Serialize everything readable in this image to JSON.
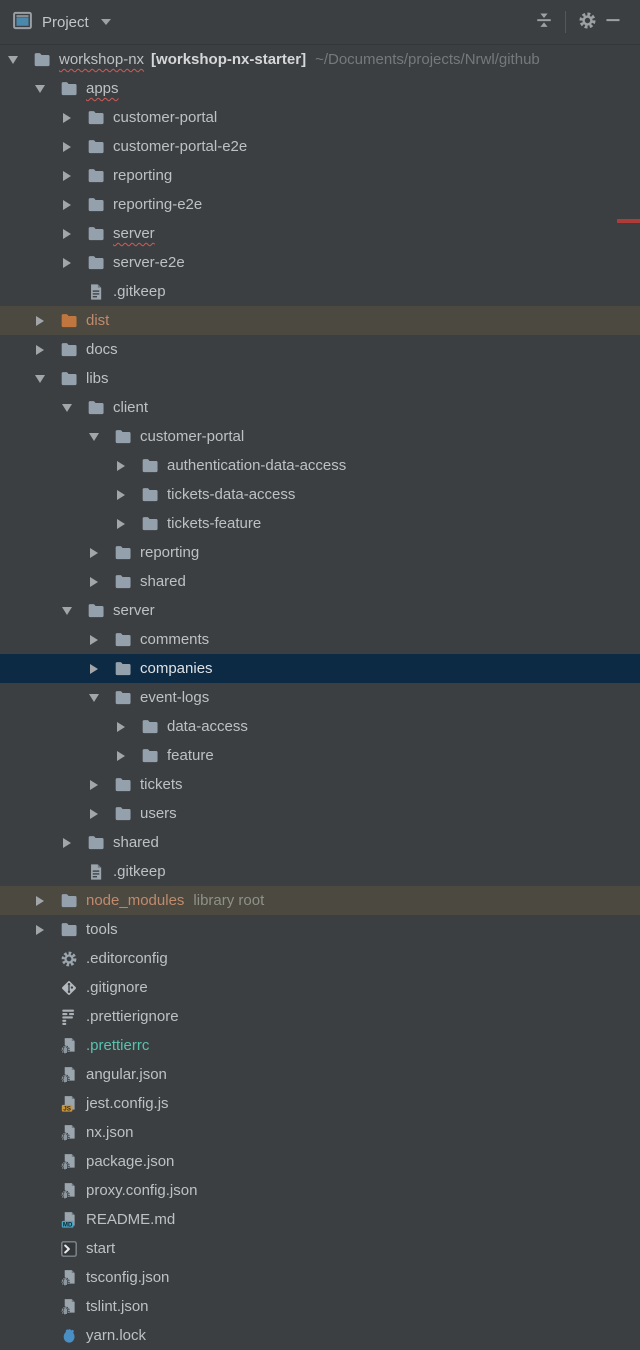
{
  "header": {
    "title": "Project",
    "window_icon": "project-tool-window-icon",
    "buttons": [
      {
        "name": "collapse-all-button",
        "icon": "collapse-all-icon"
      },
      {
        "name": "settings-button",
        "icon": "gear-icon"
      },
      {
        "name": "hide-button",
        "icon": "minus-icon"
      }
    ]
  },
  "colors": {
    "bg": "#3c3f42",
    "text": "#bec1c3",
    "selected_bg": "#0d2a45",
    "excluded_bg": "#4b4940",
    "excluded_text": "#c18a6d",
    "teal_text": "#57c2ae",
    "folder": "#94a1ac",
    "folder_excluded": "#c0773f",
    "error_stripe": "#ad3c38",
    "js_badge": "#c8953a",
    "md_badge": "#4aa5c2",
    "yarn_blue": "#4a8fc4",
    "squiggle": "#cf5b56"
  },
  "error_stripe": {
    "visible": true
  },
  "tree": {
    "rows": [
      {
        "level": 0,
        "state": "open",
        "icon": "folder",
        "label": "workshop-nx",
        "squiggle": true,
        "bold": "[workshop-nx-starter]",
        "path": "~/Documents/projects/Nrwl/github",
        "color": "default",
        "row": "none"
      },
      {
        "level": 1,
        "state": "open",
        "icon": "folder",
        "label": "apps",
        "squiggle": true,
        "color": "default",
        "row": "none"
      },
      {
        "level": 2,
        "state": "closed",
        "icon": "folder",
        "label": "customer-portal",
        "color": "default",
        "row": "none"
      },
      {
        "level": 2,
        "state": "closed",
        "icon": "folder",
        "label": "customer-portal-e2e",
        "color": "default",
        "row": "none"
      },
      {
        "level": 2,
        "state": "closed",
        "icon": "folder",
        "label": "reporting",
        "color": "default",
        "row": "none"
      },
      {
        "level": 2,
        "state": "closed",
        "icon": "folder",
        "label": "reporting-e2e",
        "color": "default",
        "row": "none"
      },
      {
        "level": 2,
        "state": "closed",
        "icon": "folder",
        "label": "server",
        "squiggle": true,
        "color": "default",
        "row": "none"
      },
      {
        "level": 2,
        "state": "closed",
        "icon": "folder",
        "label": "server-e2e",
        "color": "default",
        "row": "none"
      },
      {
        "level": 2,
        "state": "none",
        "icon": "file-text",
        "label": ".gitkeep",
        "color": "default",
        "row": "none"
      },
      {
        "level": 1,
        "state": "closed",
        "icon": "folder-excluded",
        "label": "dist",
        "color": "excluded",
        "row": "excluded"
      },
      {
        "level": 1,
        "state": "closed",
        "icon": "folder",
        "label": "docs",
        "color": "default",
        "row": "none"
      },
      {
        "level": 1,
        "state": "open",
        "icon": "folder",
        "label": "libs",
        "color": "default",
        "row": "none"
      },
      {
        "level": 2,
        "state": "open",
        "icon": "folder",
        "label": "client",
        "color": "default",
        "row": "none"
      },
      {
        "level": 3,
        "state": "open",
        "icon": "folder",
        "label": "customer-portal",
        "color": "default",
        "row": "none"
      },
      {
        "level": 4,
        "state": "closed",
        "icon": "folder",
        "label": "authentication-data-access",
        "color": "default",
        "row": "none"
      },
      {
        "level": 4,
        "state": "closed",
        "icon": "folder",
        "label": "tickets-data-access",
        "color": "default",
        "row": "none"
      },
      {
        "level": 4,
        "state": "closed",
        "icon": "folder",
        "label": "tickets-feature",
        "color": "default",
        "row": "none"
      },
      {
        "level": 3,
        "state": "closed",
        "icon": "folder",
        "label": "reporting",
        "color": "default",
        "row": "none"
      },
      {
        "level": 3,
        "state": "closed",
        "icon": "folder",
        "label": "shared",
        "color": "default",
        "row": "none"
      },
      {
        "level": 2,
        "state": "open",
        "icon": "folder",
        "label": "server",
        "color": "default",
        "row": "none"
      },
      {
        "level": 3,
        "state": "closed",
        "icon": "folder",
        "label": "comments",
        "color": "default",
        "row": "none"
      },
      {
        "level": 3,
        "state": "closed",
        "icon": "folder",
        "label": "companies",
        "color": "default",
        "row": "selected"
      },
      {
        "level": 3,
        "state": "open",
        "icon": "folder",
        "label": "event-logs",
        "color": "default",
        "row": "none"
      },
      {
        "level": 4,
        "state": "closed",
        "icon": "folder",
        "label": "data-access",
        "color": "default",
        "row": "none"
      },
      {
        "level": 4,
        "state": "closed",
        "icon": "folder",
        "label": "feature",
        "color": "default",
        "row": "none"
      },
      {
        "level": 3,
        "state": "closed",
        "icon": "folder",
        "label": "tickets",
        "color": "default",
        "row": "none"
      },
      {
        "level": 3,
        "state": "closed",
        "icon": "folder",
        "label": "users",
        "color": "default",
        "row": "none"
      },
      {
        "level": 2,
        "state": "closed",
        "icon": "folder",
        "label": "shared",
        "color": "default",
        "row": "none"
      },
      {
        "level": 2,
        "state": "none",
        "icon": "file-text",
        "label": ".gitkeep",
        "color": "default",
        "row": "none"
      },
      {
        "level": 1,
        "state": "closed",
        "icon": "folder",
        "label": "node_modules",
        "suffix": "library root",
        "color": "excluded",
        "row": "excluded"
      },
      {
        "level": 1,
        "state": "closed",
        "icon": "folder",
        "label": "tools",
        "color": "default",
        "row": "none"
      },
      {
        "level": 1,
        "state": "none",
        "icon": "gear-file",
        "label": ".editorconfig",
        "color": "default",
        "row": "none"
      },
      {
        "level": 1,
        "state": "none",
        "icon": "git",
        "label": ".gitignore",
        "color": "default",
        "row": "none"
      },
      {
        "level": 1,
        "state": "none",
        "icon": "prettier",
        "label": ".prettierignore",
        "color": "default",
        "row": "none"
      },
      {
        "level": 1,
        "state": "none",
        "icon": "json",
        "label": ".prettierrc",
        "color": "teal",
        "row": "none"
      },
      {
        "level": 1,
        "state": "none",
        "icon": "json",
        "label": "angular.json",
        "color": "default",
        "row": "none"
      },
      {
        "level": 1,
        "state": "none",
        "icon": "js",
        "label": "jest.config.js",
        "color": "default",
        "row": "none"
      },
      {
        "level": 1,
        "state": "none",
        "icon": "json",
        "label": "nx.json",
        "color": "default",
        "row": "none"
      },
      {
        "level": 1,
        "state": "none",
        "icon": "json",
        "label": "package.json",
        "color": "default",
        "row": "none"
      },
      {
        "level": 1,
        "state": "none",
        "icon": "json",
        "label": "proxy.config.json",
        "color": "default",
        "row": "none"
      },
      {
        "level": 1,
        "state": "none",
        "icon": "md",
        "label": "README.md",
        "color": "default",
        "row": "none"
      },
      {
        "level": 1,
        "state": "none",
        "icon": "terminal",
        "label": "start",
        "color": "default",
        "row": "none"
      },
      {
        "level": 1,
        "state": "none",
        "icon": "json",
        "label": "tsconfig.json",
        "color": "default",
        "row": "none"
      },
      {
        "level": 1,
        "state": "none",
        "icon": "json",
        "label": "tslint.json",
        "color": "default",
        "row": "none"
      },
      {
        "level": 1,
        "state": "none",
        "icon": "yarn",
        "label": "yarn.lock",
        "color": "default",
        "row": "none"
      }
    ]
  }
}
